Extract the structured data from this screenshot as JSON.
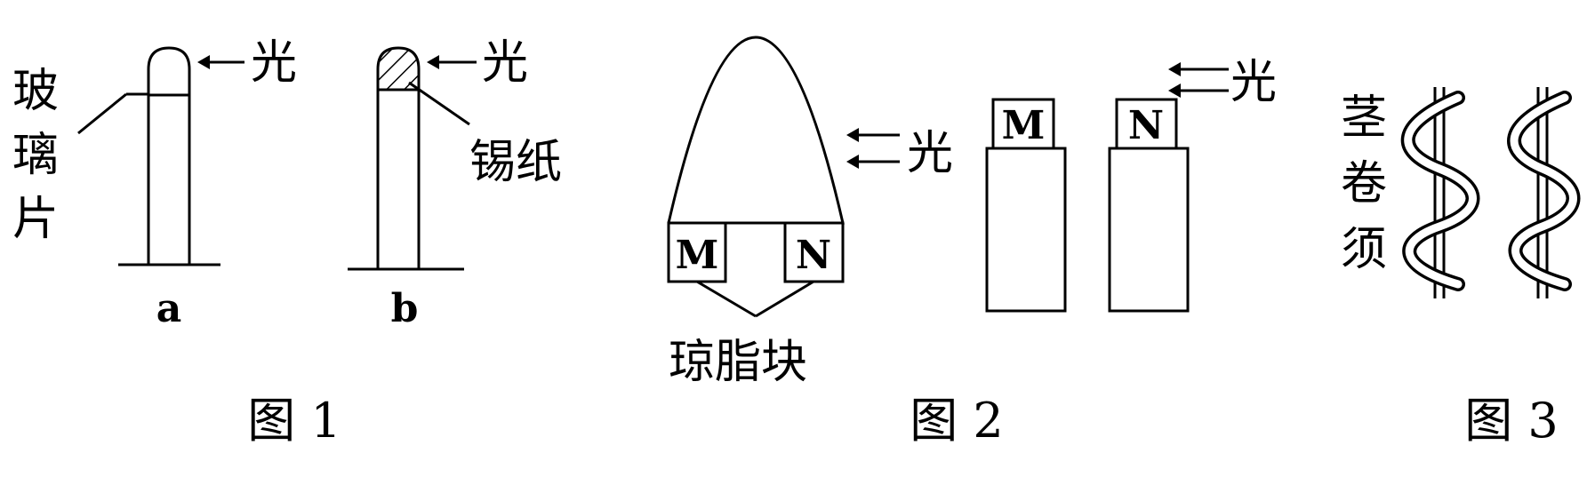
{
  "figure1": {
    "light_a": "光",
    "light_b": "光",
    "glass_chars": [
      "玻",
      "璃",
      "片"
    ],
    "tinfoil": "锡纸",
    "label_a": "a",
    "label_b": "b",
    "caption": "图 1"
  },
  "figure2": {
    "light_left": "光",
    "light_right": "光",
    "block_m_left": "M",
    "block_n_left": "N",
    "block_m_right": "M",
    "block_n_right": "N",
    "agar_label": "琼脂块",
    "caption": "图 2"
  },
  "figure3": {
    "tendril_chars": [
      "茎",
      "卷",
      "须"
    ],
    "caption": "图 3"
  }
}
